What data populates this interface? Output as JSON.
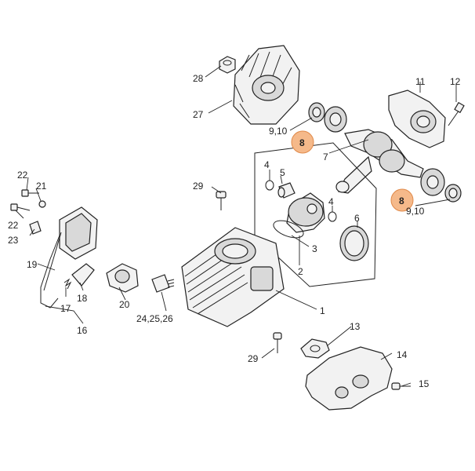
{
  "colors": {
    "highlight": "#f5b98a",
    "highlight_border": "#e08a4a",
    "ink": "#222222"
  },
  "labels": {
    "l1": "1",
    "l2": "2",
    "l3": "3",
    "l4a": "4",
    "l4b": "4",
    "l5": "5",
    "l6": "6",
    "l7": "7",
    "l8a": "8",
    "l8b": "8",
    "l910a": "9,10",
    "l910b": "9,10",
    "l11": "11",
    "l12": "12",
    "l13": "13",
    "l14": "14",
    "l15": "15",
    "l16": "16",
    "l17": "17",
    "l18": "18",
    "l19": "19",
    "l20": "20",
    "l21": "21",
    "l22a": "22",
    "l22b": "22",
    "l23": "23",
    "l242526": "24,25,26",
    "l27": "27",
    "l28": "28",
    "l29a": "29",
    "l29b": "29"
  }
}
